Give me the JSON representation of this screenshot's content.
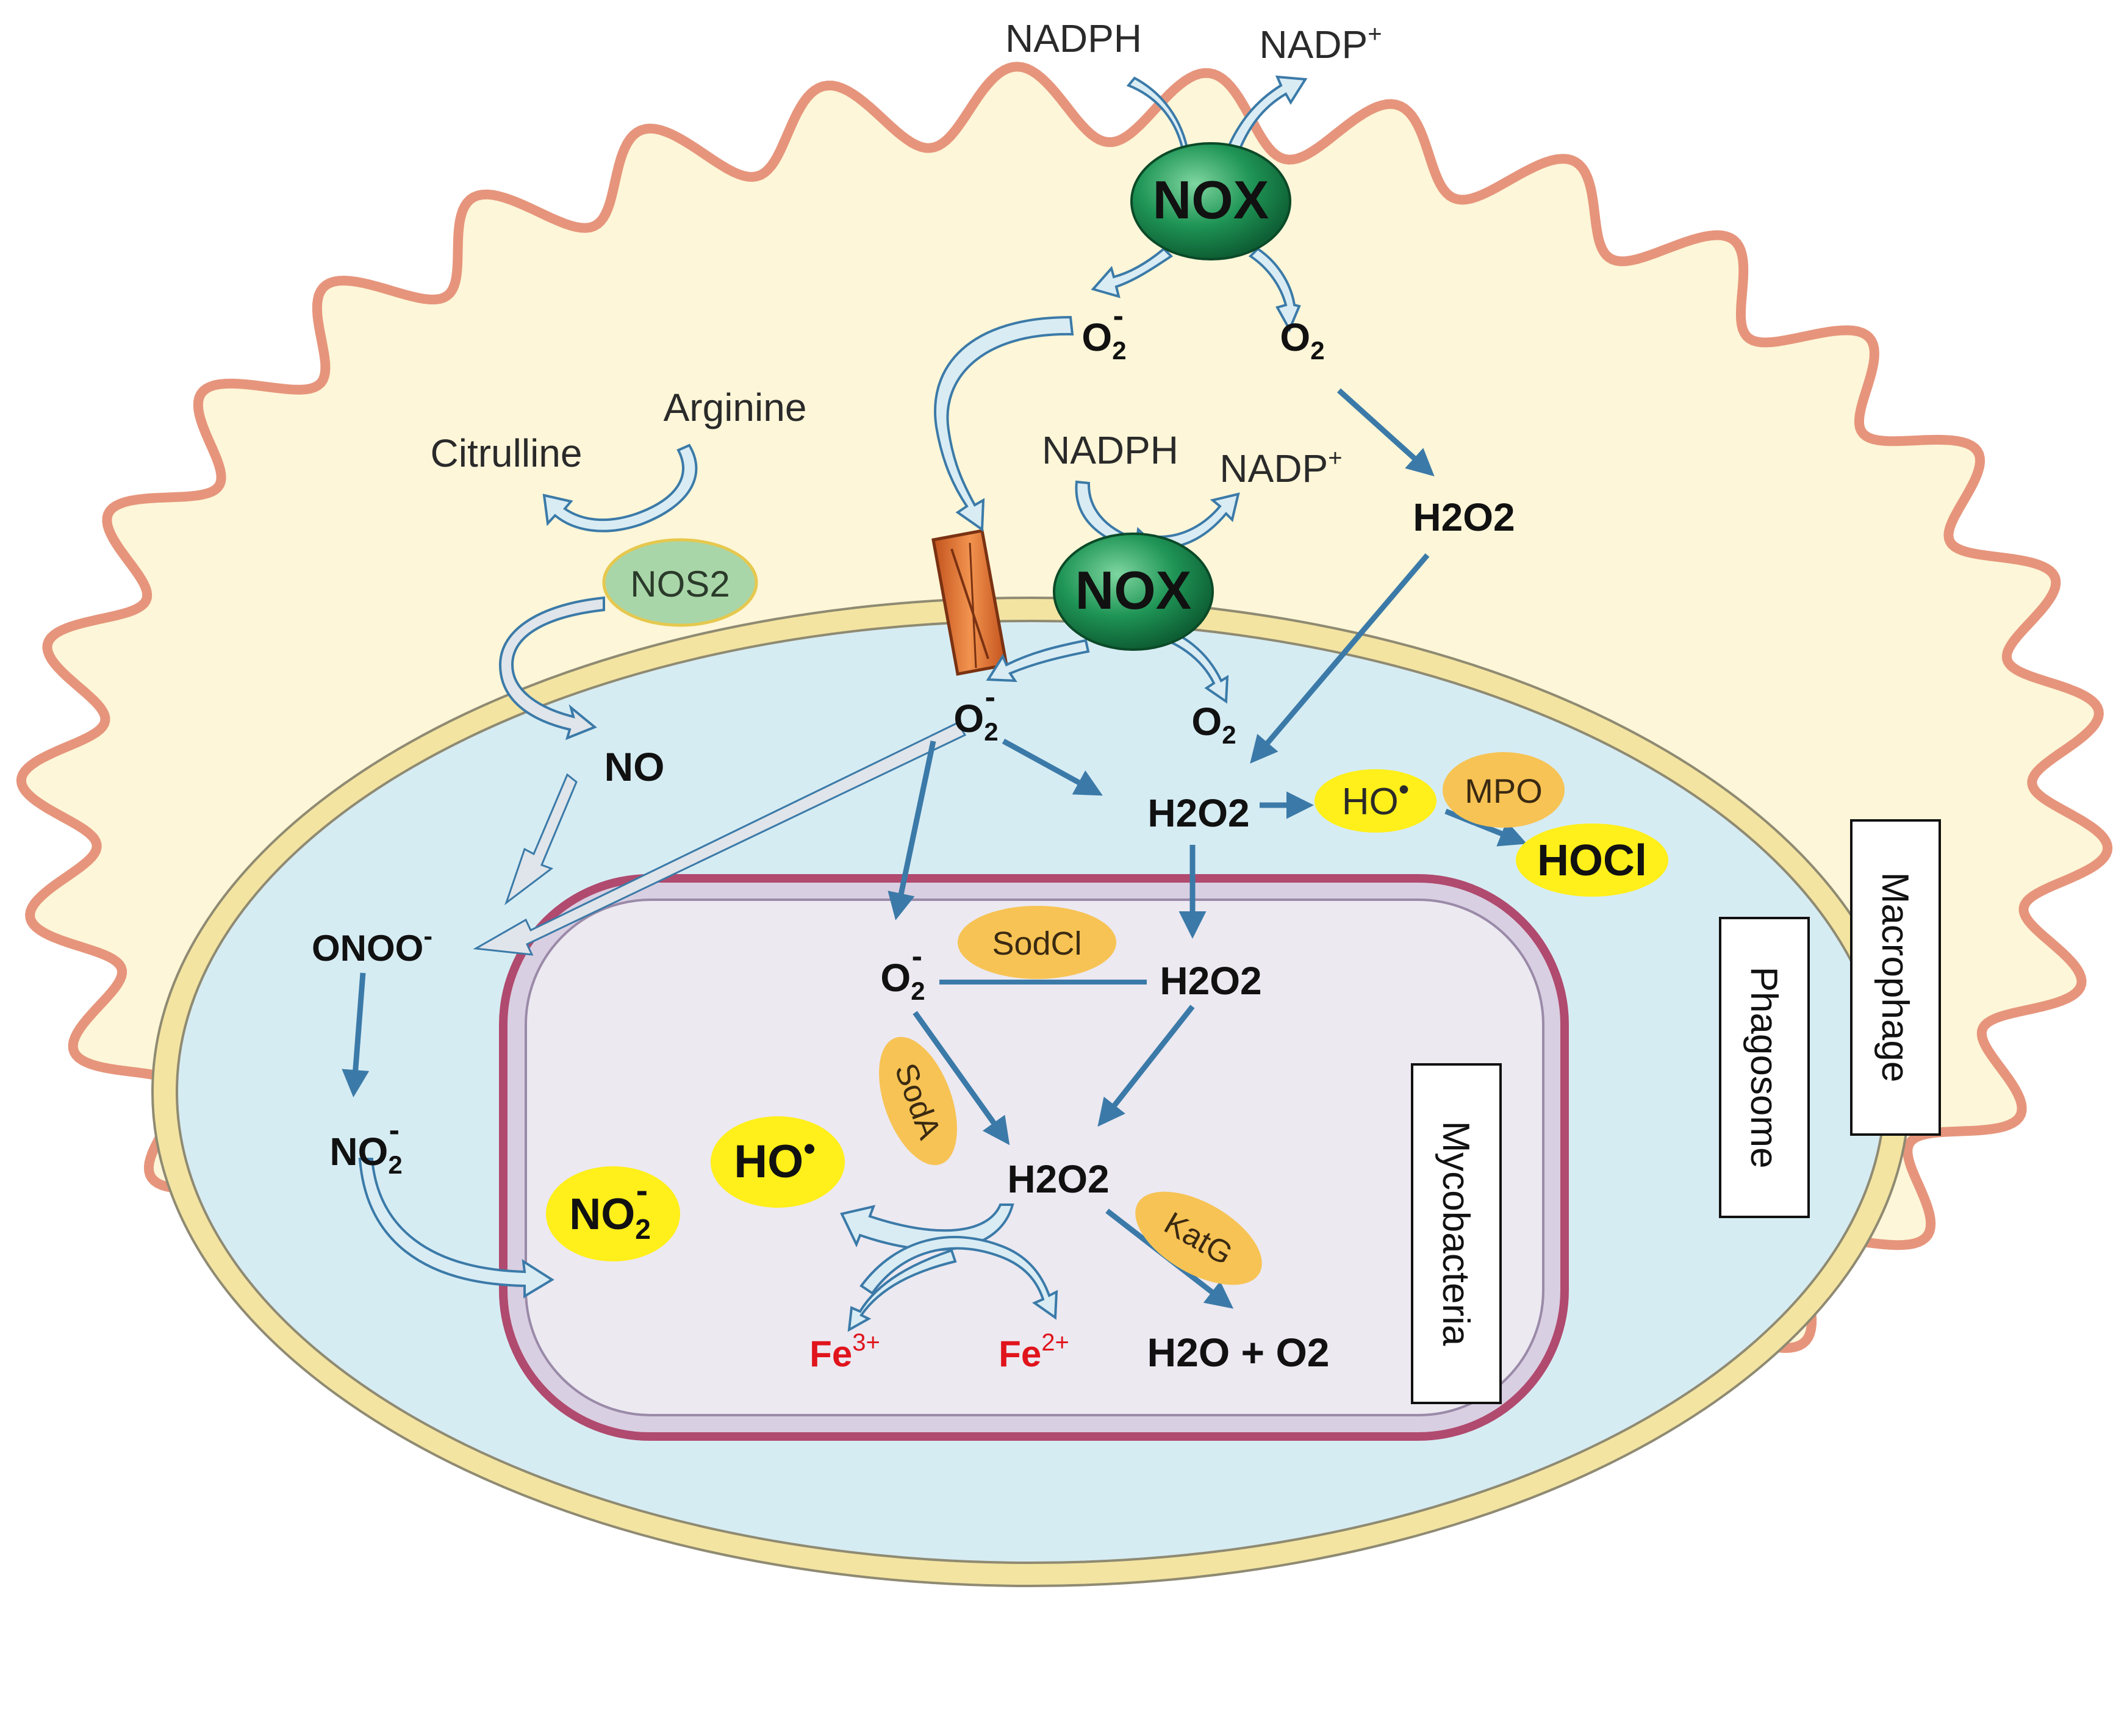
{
  "colors": {
    "macrophage_fill": "#fdf6d8",
    "macrophage_stroke": "#e6957c",
    "phagosome_fill": "#d6ecf3",
    "phagosome_ring": "#f3e4a1",
    "mycobacteria_fill": "#ece9f1",
    "mycobacteria_stroke": "#b04a6e",
    "arrow_blue": "#3b7aa8",
    "nox_green": "#1e8a4e",
    "nos2_green": "#a9d6a8",
    "enzyme_orange": "#f7c354",
    "highlight_yellow": "#ffef1a",
    "iron_red": "#e0141c",
    "channel_orange": "#e87a3a"
  },
  "labels": {
    "nadph_top": "NADPH",
    "nadp_top": "NADP",
    "nadp_top_sup": "+",
    "nox_top": "NOX",
    "o2_radical_top": "O",
    "o2_radical_top_sub": "2",
    "o2_radical_top_sup": "-",
    "o2_top": "O",
    "o2_top_sub": "2",
    "h2o2_outer": "H2O2",
    "arginine": "Arginine",
    "citrulline": "Citrulline",
    "nos2": "NOS2",
    "nadph_inner": "NADPH",
    "nadp_inner": "NADP",
    "nadp_inner_sup": "+",
    "nox_inner": "NOX",
    "o2_radical_inner": "O",
    "o2_radical_inner_sub": "2",
    "o2_radical_inner_sup": "-",
    "o2_inner": "O",
    "o2_inner_sub": "2",
    "no": "NO",
    "h2o2_phagosome": "H2O2",
    "ho_radical_phagosome": "HO",
    "mpo": "MPO",
    "hocl": "HOCl",
    "onoo": "ONOO",
    "onoo_sup": "-",
    "no2_phagosome": "NO",
    "no2_phagosome_sub": "2",
    "no2_phagosome_sup": "-",
    "o2_radical_myco": "O",
    "o2_radical_myco_sub": "2",
    "o2_radical_myco_sup": "-",
    "sodcl": "SodCl",
    "h2o2_myco_upper": "H2O2",
    "soda": "SodA",
    "ho_radical_myco": "HO",
    "h2o2_myco_lower": "H2O2",
    "no2_myco": "NO",
    "no2_myco_sub": "2",
    "no2_myco_sup": "-",
    "katg": "KatG",
    "fe3": "Fe",
    "fe3_sup": "3+",
    "fe2": "Fe",
    "fe2_sup": "2+",
    "water_oxygen": "H2O + O2",
    "mycobacteria": "Mycobacteria",
    "phagosome": "Phagosome",
    "macrophage": "Macrophage"
  }
}
